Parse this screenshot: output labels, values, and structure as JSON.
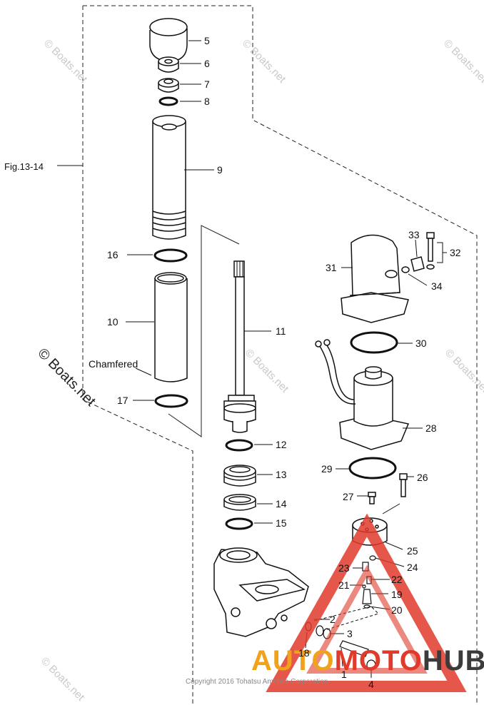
{
  "figure_ref": "Fig.13-14",
  "chamfer_note": "Chamfered",
  "watermark_text": "© Boats.net",
  "copyright": "Copyright 2016 Tohatsu America Corporation",
  "brand": {
    "part1": "AUTO",
    "part2": "MOTO",
    "part3": "HUB"
  },
  "colors": {
    "line": "#111111",
    "brand_orange": "#f0a21a",
    "brand_red": "#e03a2a",
    "brand_dark": "#3b3b3b",
    "watermark": "#c9c9c9"
  },
  "part_numbers": [
    "1",
    "2",
    "3",
    "4",
    "5",
    "6",
    "7",
    "8",
    "9",
    "10",
    "11",
    "12",
    "13",
    "14",
    "15",
    "16",
    "17",
    "18",
    "19",
    "20",
    "21",
    "22",
    "23",
    "24",
    "25",
    "26",
    "27",
    "28",
    "29",
    "30",
    "31",
    "32",
    "33",
    "34"
  ]
}
